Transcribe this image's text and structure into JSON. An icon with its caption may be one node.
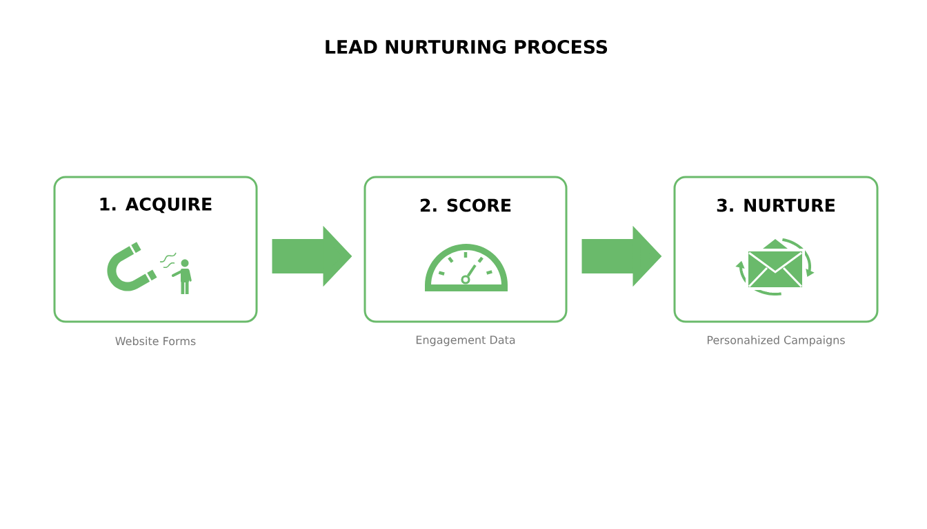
{
  "diagram": {
    "title": "LEAD NURTURING PROCESS",
    "nodes": [
      {
        "text": [
          "1. ACQUIRE"
        ],
        "beside": [
          "Website Forms"
        ]
      },
      {
        "text": [
          "2. SCORE"
        ],
        "beside": [
          "Engagement Data"
        ]
      },
      {
        "text": [
          "3. NURTURE"
        ],
        "beside": [
          "Personahized Campaigns"
        ]
      }
    ],
    "edges": [
      {
        "from": 0,
        "to": 1,
        "arrow": "to"
      },
      {
        "from": 1,
        "to": 2,
        "arrow": "to"
      }
    ]
  }
}
